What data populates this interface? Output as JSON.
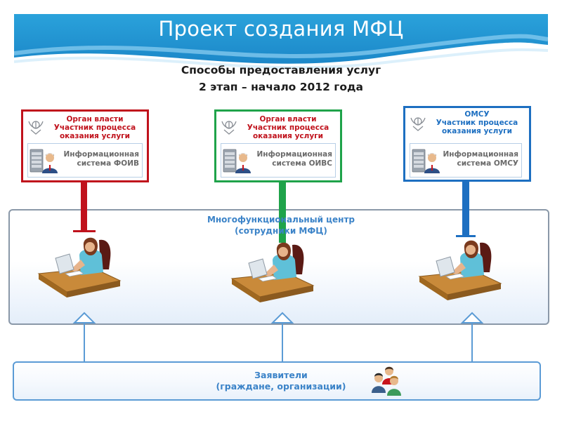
{
  "title": "Проект создания МФЦ",
  "subtitle_line1": "Способы предоставления услуг",
  "subtitle_line2": "2 этап – начало 2012 года",
  "nodes": {
    "foiv": {
      "header": [
        "Орган власти",
        "Участник процесса",
        "оказания услуги"
      ],
      "system": [
        "Информационная",
        "система ФОИВ"
      ],
      "color": "#c0121c",
      "text_color": "#c0121c"
    },
    "oivs": {
      "header": [
        "Орган власти",
        "Участник процесса",
        "оказания услуги"
      ],
      "system": [
        "Информационная",
        "система ОИВС"
      ],
      "color": "#1fa34a",
      "text_color": "#c0121c"
    },
    "omsu": {
      "header": [
        "ОМСУ",
        "Участник процесса",
        "оказания услуги"
      ],
      "system": [
        "Информационная",
        "система ОМСУ"
      ],
      "color": "#1d6fc1",
      "text_color": "#1d6fc1"
    }
  },
  "mfc": {
    "line1": "Многофункциональный центр",
    "line2": "(сотрудники МФЦ)"
  },
  "applicants": {
    "line1": "Заявители",
    "line2": "(граждане, организации)"
  },
  "colors": {
    "banner": "#2b9ad4",
    "text_blue": "#3b83c8",
    "arrow": "#5b9bd5"
  },
  "icons": [
    "emblem-icon",
    "server-user-icon",
    "operator-desk-icon",
    "applicants-icon"
  ]
}
